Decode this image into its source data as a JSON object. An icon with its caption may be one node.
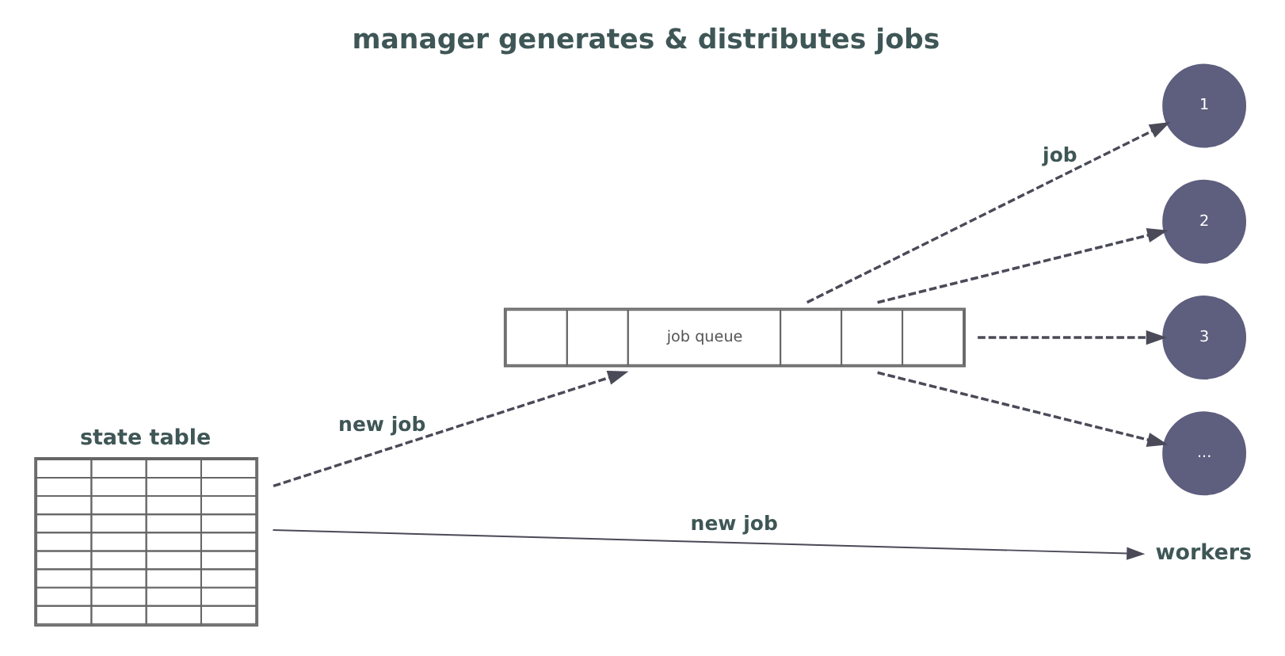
{
  "diagram": {
    "title": "manager generates & distributes jobs",
    "nodes": [
      {
        "text": [
          "state table"
        ]
      },
      {
        "text": [
          "job queue"
        ]
      },
      {
        "text": [
          "workers"
        ]
      },
      {
        "text": [
          "1"
        ]
      },
      {
        "text": [
          "2"
        ]
      },
      {
        "text": [
          "3"
        ]
      },
      {
        "text": [
          "..."
        ]
      }
    ],
    "edges": [
      {
        "from": 0,
        "to": 2,
        "arrow": "to",
        "label": "new job"
      },
      {
        "from": 0,
        "to": 1,
        "arrow": "to",
        "label": "new job",
        "style": "dashed"
      },
      {
        "from": 1,
        "to": 3,
        "arrow": "to",
        "label": "job",
        "style": "dashed"
      },
      {
        "from": 1,
        "to": 4,
        "arrow": "to",
        "style": "dashed"
      },
      {
        "from": 1,
        "to": 5,
        "arrow": "to",
        "style": "dashed"
      },
      {
        "from": 1,
        "to": 6,
        "arrow": "to",
        "style": "dashed"
      }
    ]
  }
}
